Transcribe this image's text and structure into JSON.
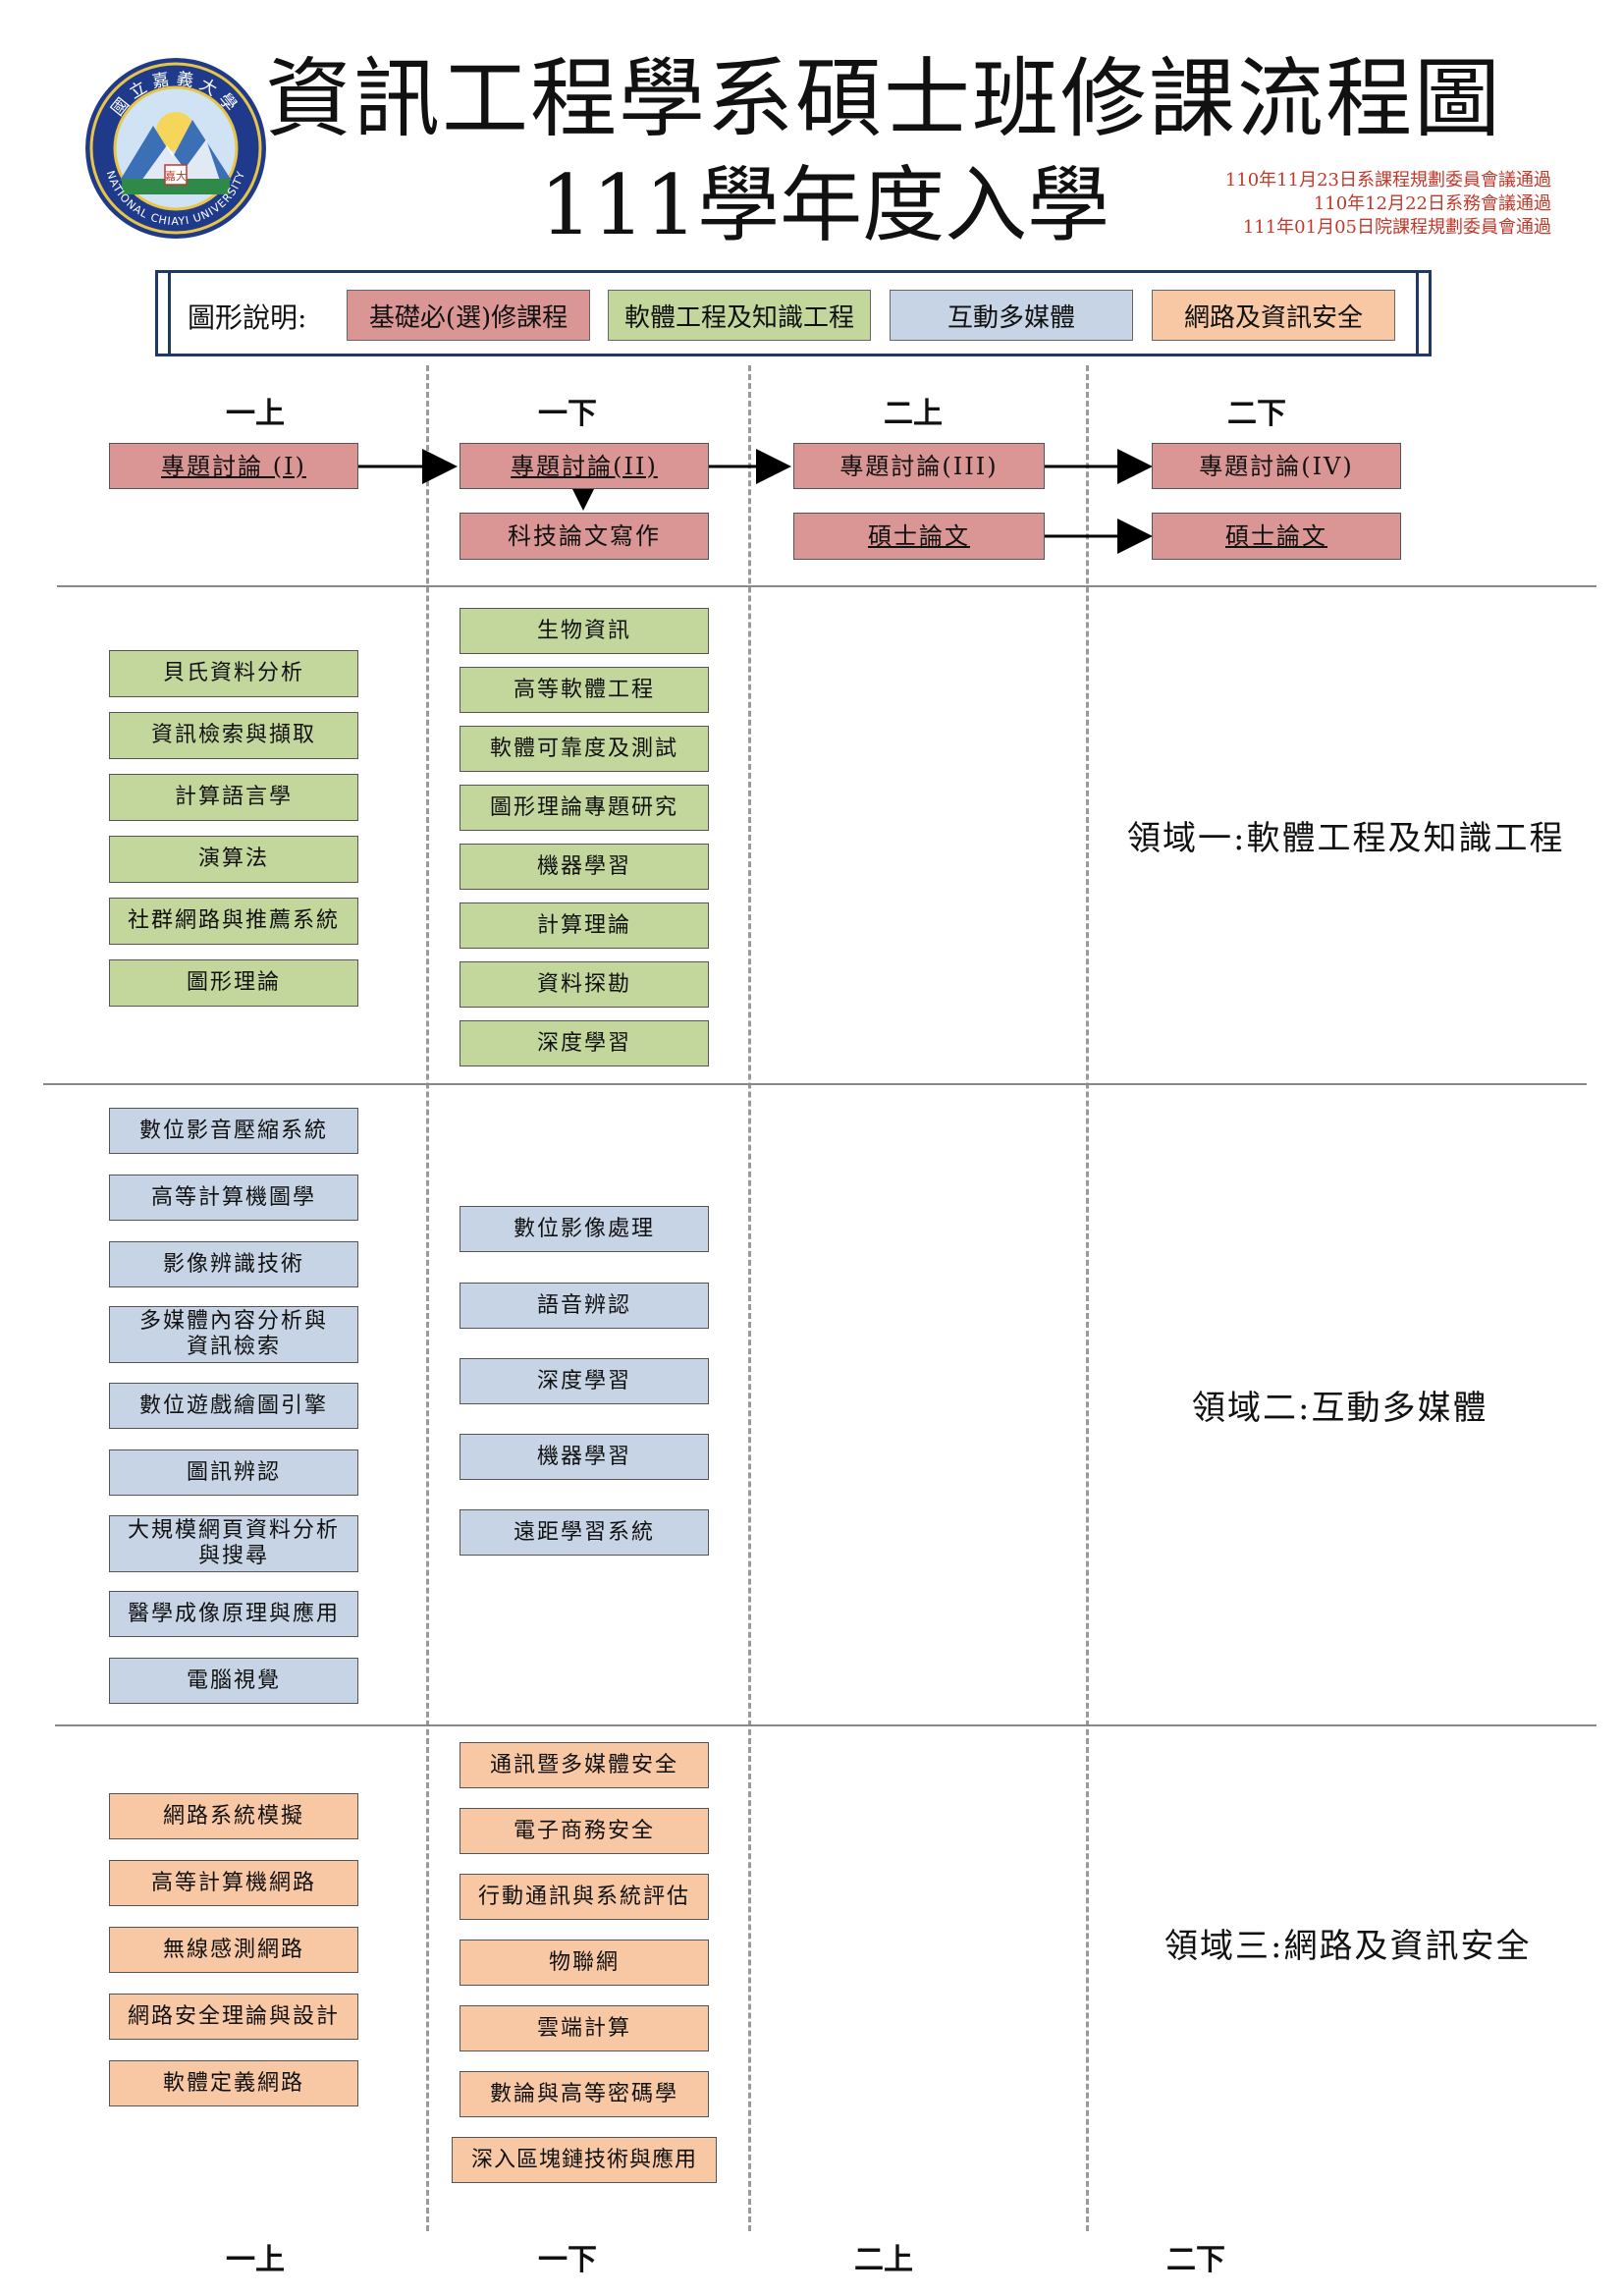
{
  "header": {
    "title_line1": "資訊工程學系碩士班修課流程圖",
    "title_line2": "111學年度入學",
    "approvals": [
      "110年11月23日系課程規劃委員會議通過",
      "110年12月22日系務會議通過",
      "111年01月05日院課程規劃委員會通過"
    ],
    "logo_text_top": "國立嘉義大學",
    "logo_text_bottom": "NATIONAL CHIAYI UNIVERSITY",
    "logo_center_glyph": "嘉大"
  },
  "legend": {
    "label": "圖形說明:",
    "items": [
      {
        "label": "基礎必(選)修課程",
        "color": "#d99694"
      },
      {
        "label": "軟體工程及知識工程",
        "color": "#c3d69b"
      },
      {
        "label": "互動多媒體",
        "color": "#c6d4e6"
      },
      {
        "label": "網路及資訊安全",
        "color": "#f8c8a4"
      }
    ]
  },
  "columns": {
    "top": [
      "一上",
      "一下",
      "二上",
      "二下"
    ],
    "bottom": [
      "一上",
      "一下",
      "二上",
      "二下"
    ]
  },
  "required": {
    "seminar1": "專題討論 (I)",
    "seminar2": "專題討論(II)",
    "seminar3": "專題討論(III)",
    "seminar4": "專題討論(IV)",
    "writing": "科技論文寫作",
    "thesis1": "碩士論文",
    "thesis2": "碩士論文"
  },
  "domain1": {
    "label": "領域一:軟體工程及知識工程",
    "col1": [
      "貝氏資料分析",
      "資訊檢索與擷取",
      "計算語言學",
      "演算法",
      "社群網路與推薦系統",
      "圖形理論"
    ],
    "col2": [
      "生物資訊",
      "高等軟體工程",
      "軟體可靠度及測試",
      "圖形理論專題研究",
      "機器學習",
      "計算理論",
      "資料探勘",
      "深度學習"
    ]
  },
  "domain2": {
    "label": "領域二:互動多媒體",
    "col1": [
      "數位影音壓縮系統",
      "高等計算機圖學",
      "影像辨識技術",
      "多媒體內容分析與資訊檢索",
      "數位遊戲繪圖引擎",
      "圖訊辨認",
      "大規模網頁資料分析與搜尋",
      "醫學成像原理與應用",
      "電腦視覺"
    ],
    "col2": [
      "數位影像處理",
      "語音辨認",
      "深度學習",
      "機器學習",
      "遠距學習系統"
    ]
  },
  "domain3": {
    "label": "領域三:網路及資訊安全",
    "col1": [
      "網路系統模擬",
      "高等計算機網路",
      "無線感測網路",
      "網路安全理論與設計",
      "軟體定義網路"
    ],
    "col2": [
      "通訊暨多媒體安全",
      "電子商務安全",
      "行動通訊與系統評估",
      "物聯網",
      "雲端計算",
      "數論與高等密碼學",
      "深入區塊鏈技術與應用"
    ]
  }
}
